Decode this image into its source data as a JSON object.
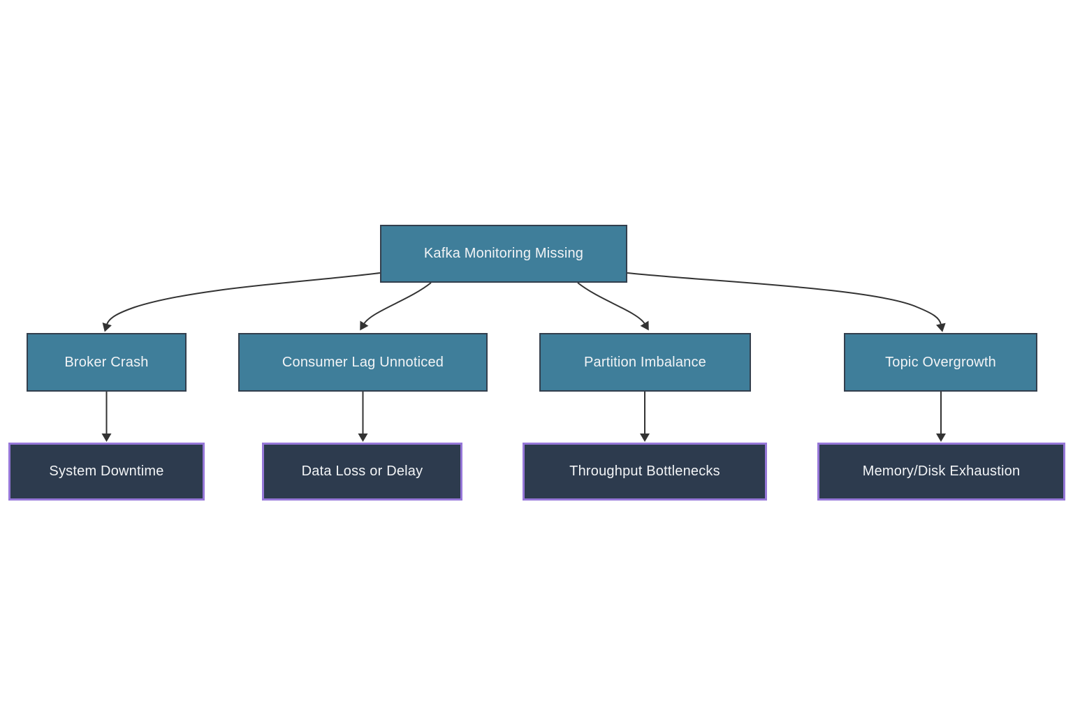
{
  "diagram": {
    "title": "Kafka monitoring cause-effect flowchart",
    "root": {
      "id": "root",
      "label": "Kafka Monitoring Missing"
    },
    "causes": [
      {
        "id": "broker_crash",
        "label": "Broker Crash"
      },
      {
        "id": "consumer_lag",
        "label": "Consumer Lag Unnoticed"
      },
      {
        "id": "partition_imbalance",
        "label": "Partition Imbalance"
      },
      {
        "id": "topic_overgrowth",
        "label": "Topic Overgrowth"
      }
    ],
    "effects": [
      {
        "id": "system_downtime",
        "label": "System Downtime"
      },
      {
        "id": "data_loss",
        "label": "Data Loss or Delay"
      },
      {
        "id": "throughput_bottlenecks",
        "label": "Throughput Bottlenecks"
      },
      {
        "id": "memory_disk_exhaustion",
        "label": "Memory/Disk Exhaustion"
      }
    ],
    "edges": [
      {
        "from": "root",
        "to": "broker_crash"
      },
      {
        "from": "root",
        "to": "consumer_lag"
      },
      {
        "from": "root",
        "to": "partition_imbalance"
      },
      {
        "from": "root",
        "to": "topic_overgrowth"
      },
      {
        "from": "broker_crash",
        "to": "system_downtime"
      },
      {
        "from": "consumer_lag",
        "to": "data_loss"
      },
      {
        "from": "partition_imbalance",
        "to": "throughput_bottlenecks"
      },
      {
        "from": "topic_overgrowth",
        "to": "memory_disk_exhaustion"
      }
    ],
    "colors": {
      "background": "#ffffff",
      "cause_fill": "#3f7e9a",
      "node_stroke": "#333f4d",
      "effect_fill": "#2d3b4e",
      "effect_stroke": "#9677d8",
      "edge": "#333333",
      "text": "#f2f4f6"
    }
  }
}
